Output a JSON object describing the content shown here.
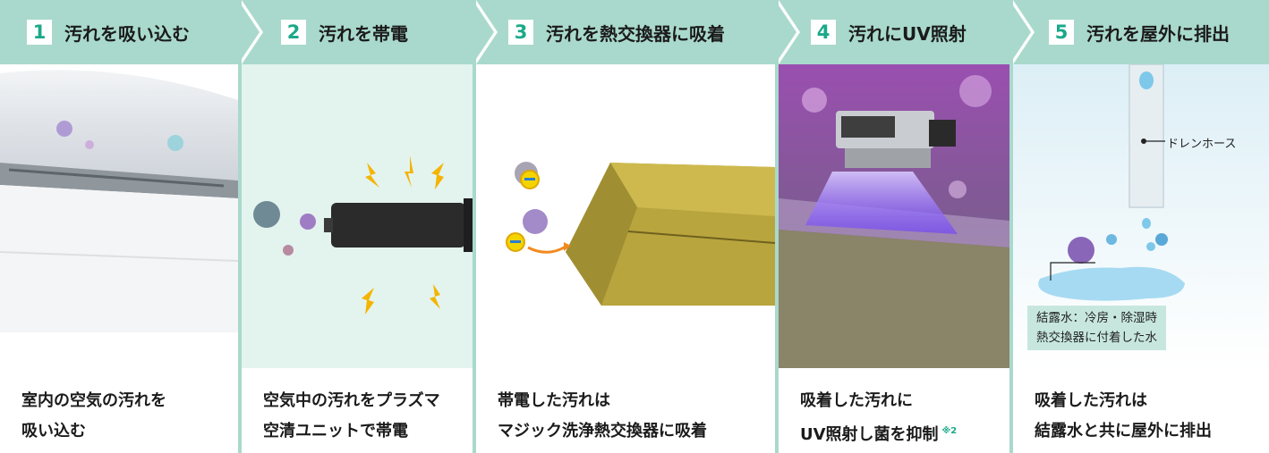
{
  "steps": [
    {
      "number": "1",
      "title": "汚れを吸い込む",
      "caption_lines": [
        "室内の空気の汚れを",
        "吸い込む"
      ]
    },
    {
      "number": "2",
      "title": "汚れを帯電",
      "caption_lines": [
        "空気中の汚れをプラズマ",
        "空清ユニットで帯電"
      ]
    },
    {
      "number": "3",
      "title": "汚れを熱交換器に吸着",
      "caption_lines": [
        "帯電した汚れは",
        "マジック洗浄熱交換器に吸着"
      ]
    },
    {
      "number": "4",
      "title": "汚れにUV照射",
      "caption_lines": [
        "吸着した汚れに",
        "UV照射し菌を抑制"
      ],
      "note": "※2"
    },
    {
      "number": "5",
      "title": "汚れを屋外に排出",
      "caption_lines": [
        "吸着した汚れは",
        "結露水と共に屋外に排出"
      ]
    }
  ],
  "labels": {
    "drain_hose": "ドレンホース",
    "condensate_line1": "結露水：冷房・除湿時",
    "condensate_line2": "熱交換器に付着した水"
  },
  "colors": {
    "header_bg": "#a9d9cc",
    "accent": "#1aa98a",
    "step2_bg": "#e3f3ee"
  }
}
